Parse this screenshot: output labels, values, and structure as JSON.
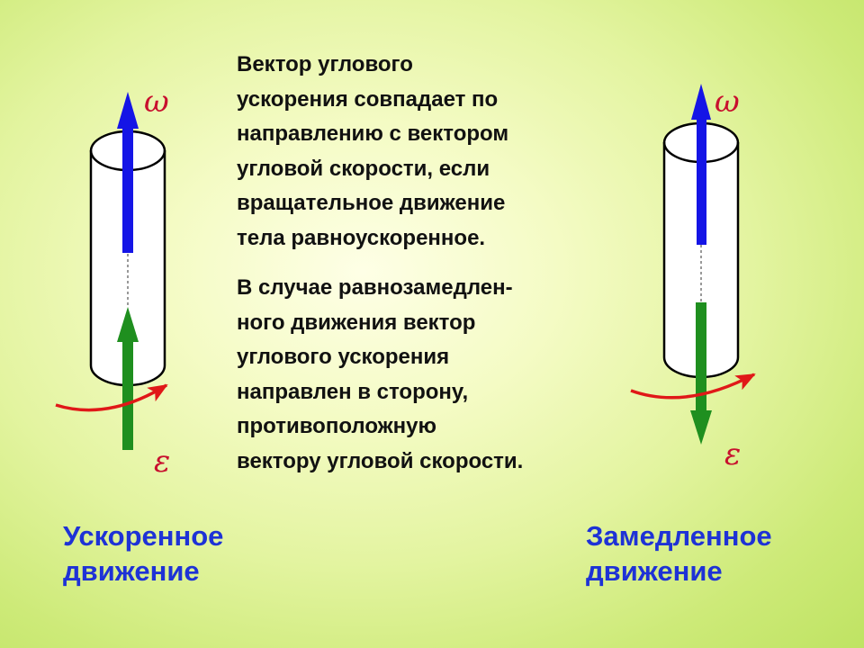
{
  "text": {
    "paragraph_1": "Вектор углового\nускорения совпадает по\nнаправлению с вектором\nугловой скорости, если\nвращательное движение\nтела равноускоренное.",
    "paragraph_2": "В случае равнозамедлен-\nного движения вектор\nуглового ускорения\nнаправлен в сторону,\nпротивоположную\nвектору угловой скорости."
  },
  "left_diagram": {
    "omega_label": "ω",
    "epsilon_label": "ε",
    "caption": "Ускоренное\nдвижение"
  },
  "right_diagram": {
    "omega_label": "ω",
    "epsilon_label": "ε",
    "caption": "Замедленное\nдвижение"
  },
  "colors": {
    "omega_vector": "#1515e6",
    "epsilon_vector": "#1f8f1f",
    "rotation_arrow": "#e01818",
    "labels": "#c8102e",
    "captions": "#1e32d6",
    "cylinder_fill": "#ffffff",
    "cylinder_outline": "#000000"
  }
}
